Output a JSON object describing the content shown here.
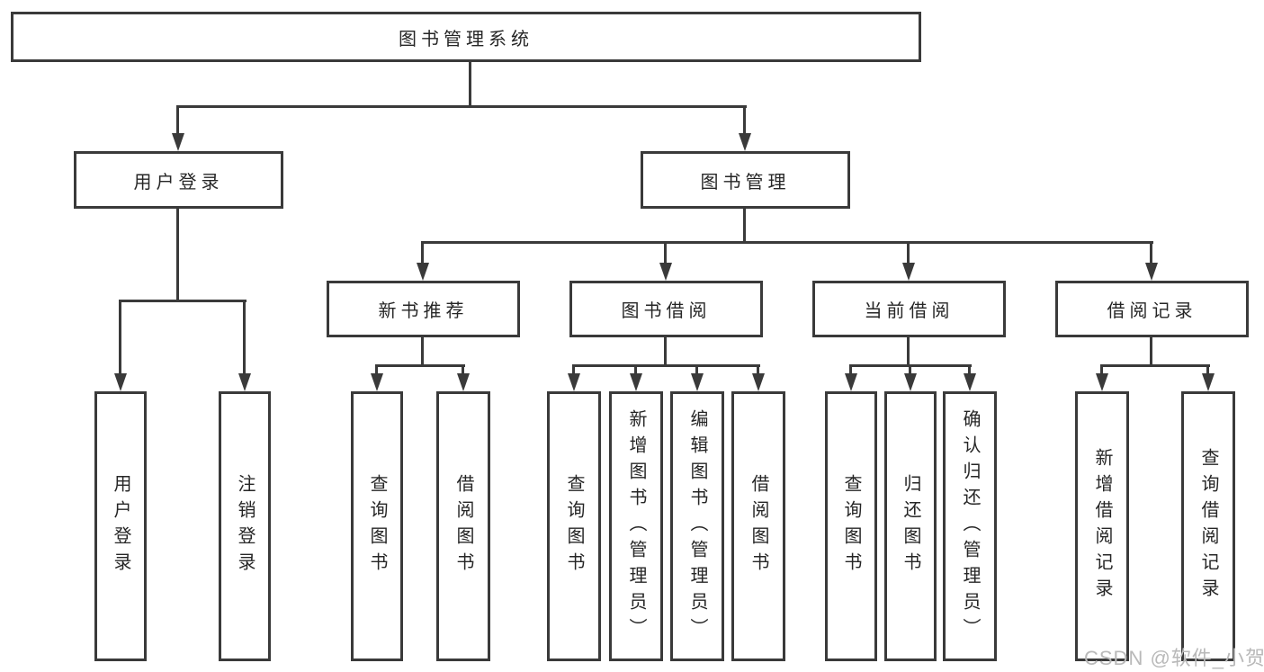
{
  "diagram": {
    "root": {
      "label": "图书管理系统"
    },
    "groups": [
      {
        "label": "用户登录",
        "children": [
          {
            "label": "用户登录"
          },
          {
            "label": "注销登录"
          }
        ]
      },
      {
        "label": "图书管理",
        "subgroups": [
          {
            "label": "新书推荐",
            "children": [
              {
                "label": "查询图书"
              },
              {
                "label": "借阅图书"
              }
            ]
          },
          {
            "label": "图书借阅",
            "children": [
              {
                "label": "查询图书"
              },
              {
                "label": "新增图书（管理员）"
              },
              {
                "label": "编辑图书（管理员）"
              },
              {
                "label": "借阅图书"
              }
            ]
          },
          {
            "label": "当前借阅",
            "children": [
              {
                "label": "查询图书"
              },
              {
                "label": "归还图书"
              },
              {
                "label": "确认归还（管理员）"
              }
            ]
          },
          {
            "label": "借阅记录",
            "children": [
              {
                "label": "新增借阅记录"
              },
              {
                "label": "查询借阅记录"
              }
            ]
          }
        ]
      }
    ]
  },
  "watermark": {
    "text": "CSDN @软件_小贺同学"
  },
  "colors": {
    "line": "#3a3a3a",
    "text": "#262626",
    "box_background": "#ffffff",
    "page_background": "#ffffff",
    "watermark": "#b9b9b9"
  }
}
